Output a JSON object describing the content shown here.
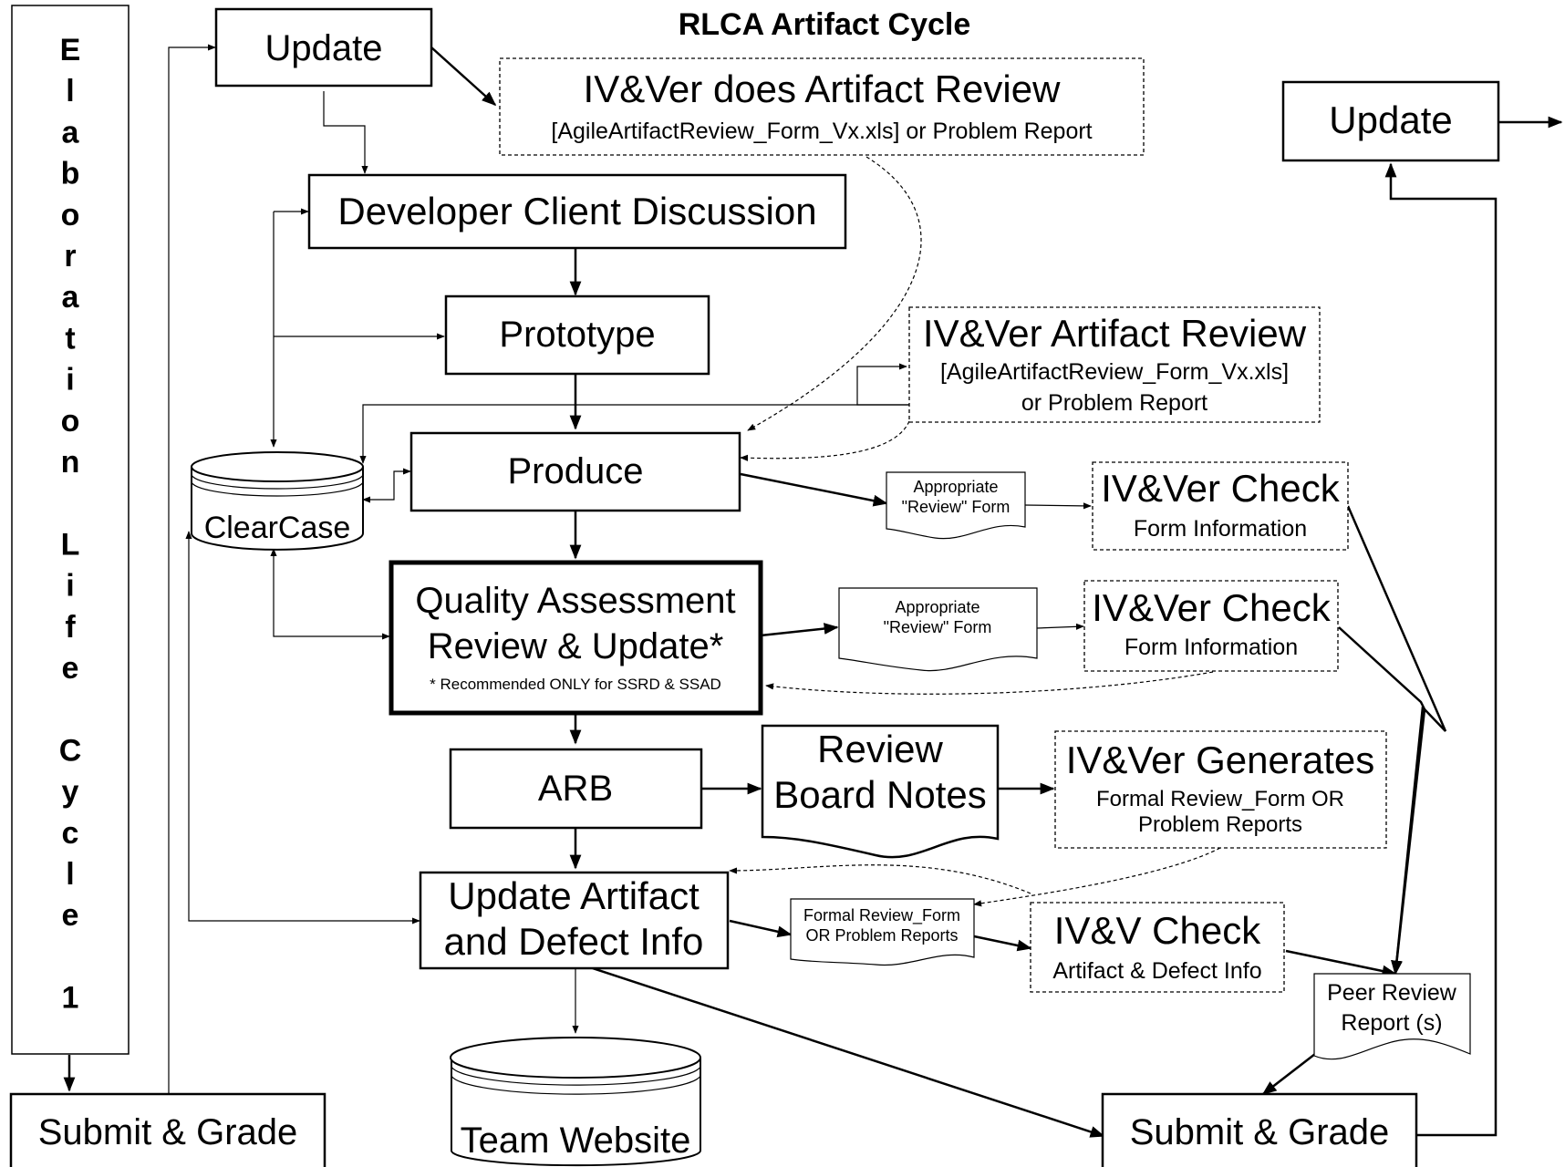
{
  "title": "RLCA Artifact Cycle",
  "lifecycle_label": [
    "E",
    "l",
    "a",
    "b",
    "o",
    "r",
    "a",
    "t",
    "i",
    "o",
    "n",
    "",
    "L",
    "i",
    "f",
    "e",
    "",
    "C",
    "y",
    "c",
    "l",
    "e",
    "",
    "1"
  ],
  "nodes": {
    "update_left": "Update",
    "update_right": "Update",
    "ivver_review_top": {
      "title": "IV&Ver does Artifact Review",
      "sub": "[AgileArtifactReview_Form_Vx.xls] or Problem Report"
    },
    "developer_client": "Developer Client  Discussion",
    "prototype": "Prototype",
    "ivver_review_mid": {
      "title": "IV&Ver Artifact Review",
      "line2": "[AgileArtifactReview_Form_Vx.xls]",
      "line3": "or Problem Report"
    },
    "produce": "Produce",
    "clearcase": "ClearCase",
    "review_form_1": {
      "line1": "Appropriate",
      "line2": "\"Review\" Form"
    },
    "ivver_check_1": {
      "title": "IV&Ver Check",
      "sub": "Form Information"
    },
    "quality": {
      "line1": "Quality Assessment",
      "line2": "Review & Update*",
      "note": "* Recommended ONLY for SSRD & SSAD"
    },
    "review_form_2": {
      "line1": "Appropriate",
      "line2": "\"Review\" Form"
    },
    "ivver_check_2": {
      "title": "IV&Ver Check",
      "sub": "Form Information"
    },
    "recommended_note": [
      "* Recommended",
      "ONLY for",
      "SSRD & SSAD"
    ],
    "arb": "ARB",
    "review_board_notes": {
      "line1": "Review",
      "line2": "Board Notes"
    },
    "ivver_generates": {
      "title": "IV&Ver Generates",
      "line2": "Formal Review_Form OR",
      "line3": "Problem Reports"
    },
    "update_artifact": {
      "line1": "Update Artifact",
      "line2": "and Defect Info"
    },
    "formal_review_form": {
      "line1": "Formal Review_Form",
      "line2": "OR Problem Reports"
    },
    "ivv_check": {
      "title": "IV&V Check",
      "sub": "Artifact & Defect Info"
    },
    "peer_review": {
      "line1": "Peer Review",
      "line2": "Report (s)"
    },
    "submit_grade_left": "Submit & Grade",
    "submit_grade_right": "Submit & Grade",
    "team_website": "Team Website"
  }
}
